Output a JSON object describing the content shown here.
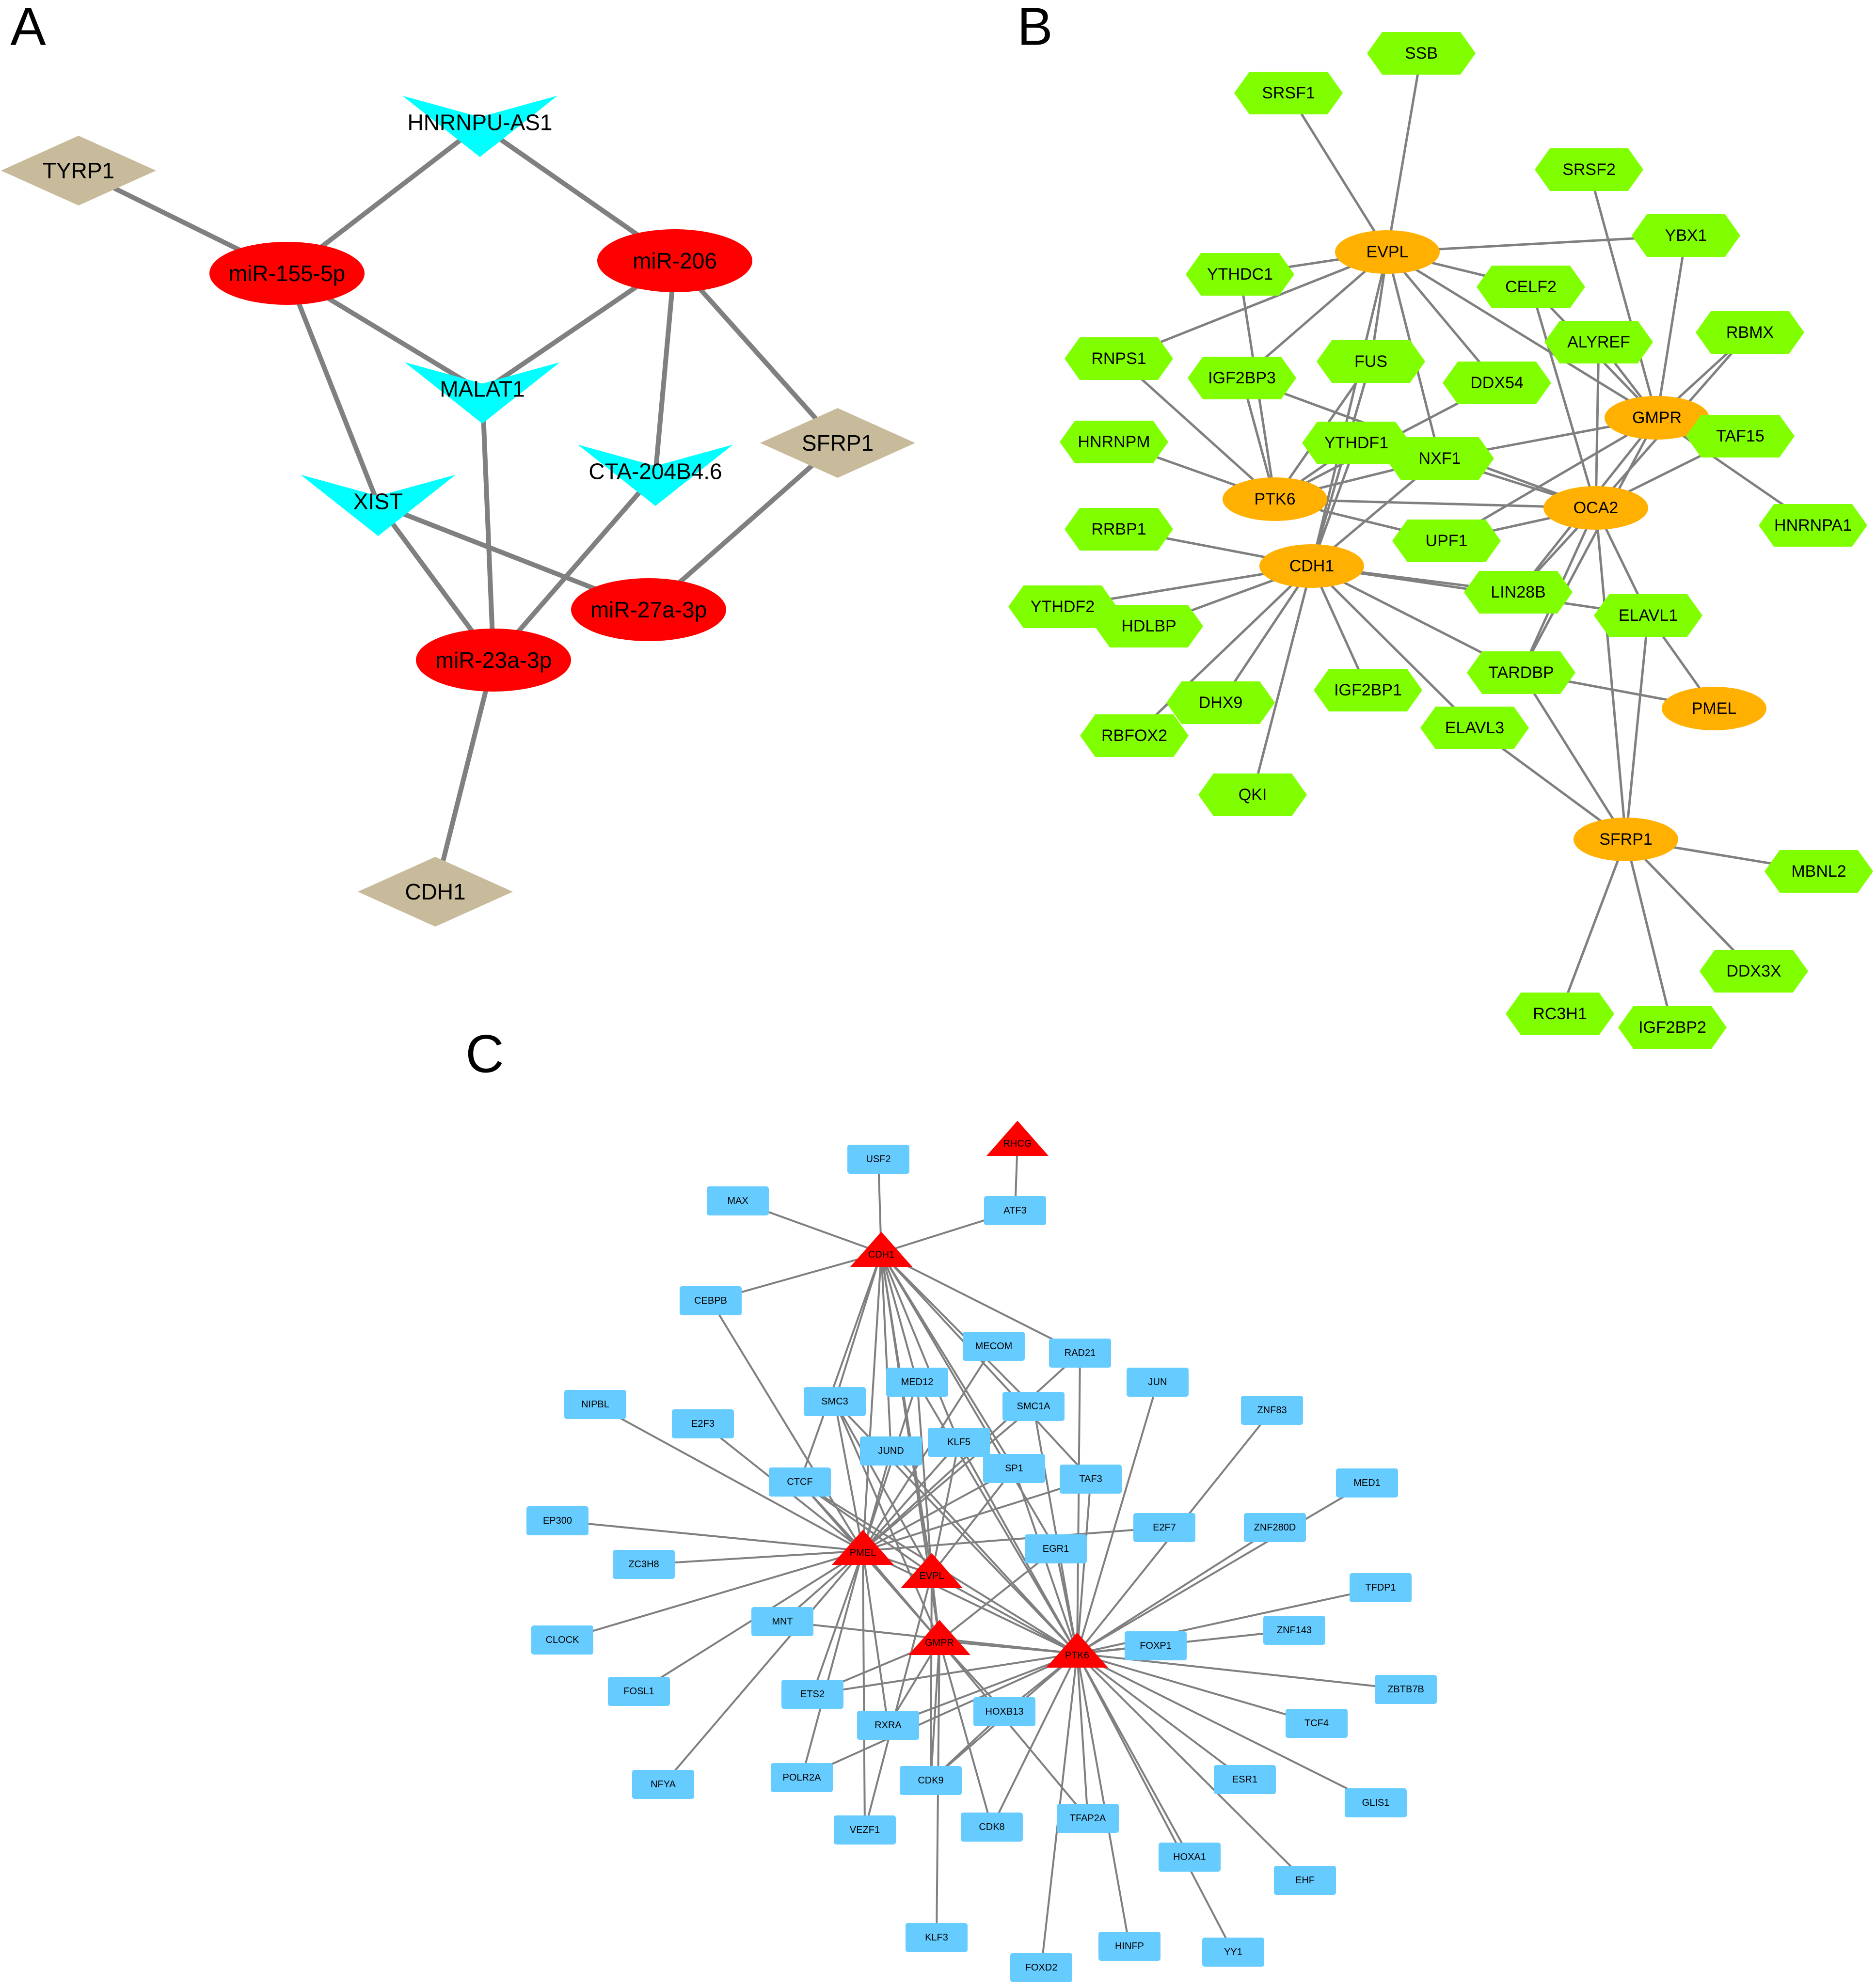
{
  "panels": [
    {
      "letter": "A",
      "node_types": {
        "mirna": {
          "fill": "#ff0000",
          "shape": "ellipse"
        },
        "lncrna": {
          "fill": "#00ffff",
          "shape": "v"
        },
        "gene": {
          "fill": "#c8bb9b",
          "shape": "diamond"
        }
      },
      "nodes": [
        {
          "id": "HNRNPU-AS1",
          "type": "lncrna"
        },
        {
          "id": "TYRP1",
          "type": "gene"
        },
        {
          "id": "miR-155-5p",
          "type": "mirna"
        },
        {
          "id": "miR-206",
          "type": "mirna"
        },
        {
          "id": "MALAT1",
          "type": "lncrna"
        },
        {
          "id": "CTA-204B4.6",
          "type": "lncrna"
        },
        {
          "id": "SFRP1",
          "type": "gene"
        },
        {
          "id": "XIST",
          "type": "lncrna"
        },
        {
          "id": "miR-27a-3p",
          "type": "mirna"
        },
        {
          "id": "miR-23a-3p",
          "type": "mirna"
        },
        {
          "id": "CDH1",
          "type": "gene"
        }
      ],
      "edges": [
        [
          "HNRNPU-AS1",
          "miR-155-5p"
        ],
        [
          "HNRNPU-AS1",
          "miR-206"
        ],
        [
          "TYRP1",
          "miR-155-5p"
        ],
        [
          "miR-155-5p",
          "MALAT1"
        ],
        [
          "miR-155-5p",
          "XIST"
        ],
        [
          "miR-206",
          "MALAT1"
        ],
        [
          "miR-206",
          "CTA-204B4.6"
        ],
        [
          "miR-206",
          "SFRP1"
        ],
        [
          "MALAT1",
          "miR-23a-3p"
        ],
        [
          "CTA-204B4.6",
          "miR-23a-3p"
        ],
        [
          "XIST",
          "miR-23a-3p"
        ],
        [
          "XIST",
          "miR-27a-3p"
        ],
        [
          "SFRP1",
          "miR-27a-3p"
        ],
        [
          "miR-23a-3p",
          "CDH1"
        ]
      ],
      "edge_color": "#808080"
    },
    {
      "letter": "B",
      "node_types": {
        "hub": {
          "fill": "#ffb000",
          "shape": "ellipse"
        },
        "rbp": {
          "fill": "#80ff00",
          "shape": "hexagon"
        }
      },
      "nodes": [
        {
          "id": "SSB",
          "type": "rbp"
        },
        {
          "id": "SRSF1",
          "type": "rbp"
        },
        {
          "id": "SRSF2",
          "type": "rbp"
        },
        {
          "id": "EVPL",
          "type": "hub"
        },
        {
          "id": "YBX1",
          "type": "rbp"
        },
        {
          "id": "YTHDC1",
          "type": "rbp"
        },
        {
          "id": "CELF2",
          "type": "rbp"
        },
        {
          "id": "RBMX",
          "type": "rbp"
        },
        {
          "id": "ALYREF",
          "type": "rbp"
        },
        {
          "id": "RNPS1",
          "type": "rbp"
        },
        {
          "id": "FUS",
          "type": "rbp"
        },
        {
          "id": "IGF2BP3",
          "type": "rbp"
        },
        {
          "id": "DDX54",
          "type": "rbp"
        },
        {
          "id": "GMPR",
          "type": "hub"
        },
        {
          "id": "TAF15",
          "type": "rbp"
        },
        {
          "id": "HNRNPM",
          "type": "rbp"
        },
        {
          "id": "YTHDF1",
          "type": "rbp"
        },
        {
          "id": "NXF1",
          "type": "rbp"
        },
        {
          "id": "PTK6",
          "type": "hub"
        },
        {
          "id": "OCA2",
          "type": "hub"
        },
        {
          "id": "HNRNPA1",
          "type": "rbp"
        },
        {
          "id": "RRBP1",
          "type": "rbp"
        },
        {
          "id": "UPF1",
          "type": "rbp"
        },
        {
          "id": "CDH1",
          "type": "hub"
        },
        {
          "id": "LIN28B",
          "type": "rbp"
        },
        {
          "id": "YTHDF2",
          "type": "rbp"
        },
        {
          "id": "ELAVL1",
          "type": "rbp"
        },
        {
          "id": "HDLBP",
          "type": "rbp"
        },
        {
          "id": "TARDBP",
          "type": "rbp"
        },
        {
          "id": "PMEL",
          "type": "hub"
        },
        {
          "id": "DHX9",
          "type": "rbp"
        },
        {
          "id": "IGF2BP1",
          "type": "rbp"
        },
        {
          "id": "RBFOX2",
          "type": "rbp"
        },
        {
          "id": "ELAVL3",
          "type": "rbp"
        },
        {
          "id": "QKI",
          "type": "rbp"
        },
        {
          "id": "SFRP1",
          "type": "hub"
        },
        {
          "id": "MBNL2",
          "type": "rbp"
        },
        {
          "id": "DDX3X",
          "type": "rbp"
        },
        {
          "id": "RC3H1",
          "type": "rbp"
        },
        {
          "id": "IGF2BP2",
          "type": "rbp"
        }
      ],
      "edges": [
        [
          "EVPL",
          "SSB"
        ],
        [
          "EVPL",
          "SRSF1"
        ],
        [
          "EVPL",
          "YBX1"
        ],
        [
          "EVPL",
          "YTHDC1"
        ],
        [
          "EVPL",
          "CELF2"
        ],
        [
          "EVPL",
          "RNPS1"
        ],
        [
          "EVPL",
          "IGF2BP3"
        ],
        [
          "EVPL",
          "FUS"
        ],
        [
          "EVPL",
          "DDX54"
        ],
        [
          "EVPL",
          "NXF1"
        ],
        [
          "EVPL",
          "GMPR"
        ],
        [
          "EVPL",
          "CDH1"
        ],
        [
          "SRSF2",
          "GMPR"
        ],
        [
          "YBX1",
          "GMPR"
        ],
        [
          "RBMX",
          "GMPR"
        ],
        [
          "RBMX",
          "OCA2"
        ],
        [
          "ALYREF",
          "GMPR"
        ],
        [
          "ALYREF",
          "OCA2"
        ],
        [
          "CELF2",
          "GMPR"
        ],
        [
          "CELF2",
          "OCA2"
        ],
        [
          "TAF15",
          "GMPR"
        ],
        [
          "HNRNPA1",
          "GMPR"
        ],
        [
          "TAF15",
          "OCA2"
        ],
        [
          "GMPR",
          "NXF1"
        ],
        [
          "GMPR",
          "UPF1"
        ],
        [
          "GMPR",
          "LIN28B"
        ],
        [
          "GMPR",
          "TARDBP"
        ],
        [
          "YTHDC1",
          "PTK6"
        ],
        [
          "RNPS1",
          "PTK6"
        ],
        [
          "IGF2BP3",
          "PTK6"
        ],
        [
          "HNRNPM",
          "PTK6"
        ],
        [
          "FUS",
          "PTK6"
        ],
        [
          "YTHDF1",
          "PTK6"
        ],
        [
          "NXF1",
          "PTK6"
        ],
        [
          "PTK6",
          "UPF1"
        ],
        [
          "PTK6",
          "OCA2"
        ],
        [
          "DDX54",
          "PTK6"
        ],
        [
          "IGF2BP3",
          "OCA2"
        ],
        [
          "NXF1",
          "OCA2"
        ],
        [
          "UPF1",
          "OCA2"
        ],
        [
          "OCA2",
          "LIN28B"
        ],
        [
          "OCA2",
          "ELAVL1"
        ],
        [
          "OCA2",
          "TARDBP"
        ],
        [
          "OCA2",
          "SFRP1"
        ],
        [
          "CDH1",
          "RRBP1"
        ],
        [
          "CDH1",
          "YTHDF2"
        ],
        [
          "CDH1",
          "HDLBP"
        ],
        [
          "CDH1",
          "DHX9"
        ],
        [
          "CDH1",
          "RBFOX2"
        ],
        [
          "CDH1",
          "IGF2BP1"
        ],
        [
          "CDH1",
          "QKI"
        ],
        [
          "CDH1",
          "ELAVL3"
        ],
        [
          "CDH1",
          "TARDBP"
        ],
        [
          "CDH1",
          "LIN28B"
        ],
        [
          "CDH1",
          "ELAVL1"
        ],
        [
          "CDH1",
          "FUS"
        ],
        [
          "CDH1",
          "NXF1"
        ],
        [
          "CDH1",
          "YTHDF1"
        ],
        [
          "ELAVL1",
          "PMEL"
        ],
        [
          "ELAVL1",
          "SFRP1"
        ],
        [
          "TARDBP",
          "PMEL"
        ],
        [
          "TARDBP",
          "SFRP1"
        ],
        [
          "ELAVL3",
          "SFRP1"
        ],
        [
          "SFRP1",
          "MBNL2"
        ],
        [
          "SFRP1",
          "DDX3X"
        ],
        [
          "SFRP1",
          "RC3H1"
        ],
        [
          "SFRP1",
          "IGF2BP2"
        ]
      ],
      "edge_color": "#808080"
    },
    {
      "letter": "C",
      "node_types": {
        "target": {
          "fill": "#ff0000",
          "shape": "triangle"
        },
        "tf": {
          "fill": "#66ccff",
          "shape": "rect"
        }
      },
      "nodes": [
        {
          "id": "RHCG",
          "type": "target"
        },
        {
          "id": "USF2",
          "type": "tf"
        },
        {
          "id": "MAX",
          "type": "tf"
        },
        {
          "id": "ATF3",
          "type": "tf"
        },
        {
          "id": "CDH1",
          "type": "target"
        },
        {
          "id": "CEBPB",
          "type": "tf"
        },
        {
          "id": "MECOM",
          "type": "tf"
        },
        {
          "id": "RAD21",
          "type": "tf"
        },
        {
          "id": "MED12",
          "type": "tf"
        },
        {
          "id": "JUN",
          "type": "tf"
        },
        {
          "id": "NIPBL",
          "type": "tf"
        },
        {
          "id": "SMC3",
          "type": "tf"
        },
        {
          "id": "SMC1A",
          "type": "tf"
        },
        {
          "id": "ZNF83",
          "type": "tf"
        },
        {
          "id": "E2F3",
          "type": "tf"
        },
        {
          "id": "KLF5",
          "type": "tf"
        },
        {
          "id": "JUND",
          "type": "tf"
        },
        {
          "id": "SP1",
          "type": "tf"
        },
        {
          "id": "MED1",
          "type": "tf"
        },
        {
          "id": "CTCF",
          "type": "tf"
        },
        {
          "id": "TAF3",
          "type": "tf"
        },
        {
          "id": "EP300",
          "type": "tf"
        },
        {
          "id": "E2F7",
          "type": "tf"
        },
        {
          "id": "ZNF280D",
          "type": "tf"
        },
        {
          "id": "ZC3H8",
          "type": "tf"
        },
        {
          "id": "PMEL",
          "type": "target"
        },
        {
          "id": "EGR1",
          "type": "tf"
        },
        {
          "id": "EVPL",
          "type": "target"
        },
        {
          "id": "TFDP1",
          "type": "tf"
        },
        {
          "id": "MNT",
          "type": "tf"
        },
        {
          "id": "ZNF143",
          "type": "tf"
        },
        {
          "id": "CLOCK",
          "type": "tf"
        },
        {
          "id": "GMPR",
          "type": "target"
        },
        {
          "id": "FOXP1",
          "type": "tf"
        },
        {
          "id": "PTK6",
          "type": "target"
        },
        {
          "id": "ZBTB7B",
          "type": "tf"
        },
        {
          "id": "FOSL1",
          "type": "tf"
        },
        {
          "id": "ETS2",
          "type": "tf"
        },
        {
          "id": "TCF4",
          "type": "tf"
        },
        {
          "id": "RXRA",
          "type": "tf"
        },
        {
          "id": "HOXB13",
          "type": "tf"
        },
        {
          "id": "NFYA",
          "type": "tf"
        },
        {
          "id": "POLR2A",
          "type": "tf"
        },
        {
          "id": "CDK9",
          "type": "tf"
        },
        {
          "id": "ESR1",
          "type": "tf"
        },
        {
          "id": "GLIS1",
          "type": "tf"
        },
        {
          "id": "VEZF1",
          "type": "tf"
        },
        {
          "id": "CDK8",
          "type": "tf"
        },
        {
          "id": "TFAP2A",
          "type": "tf"
        },
        {
          "id": "HOXA1",
          "type": "tf"
        },
        {
          "id": "EHF",
          "type": "tf"
        },
        {
          "id": "KLF3",
          "type": "tf"
        },
        {
          "id": "HINFP",
          "type": "tf"
        },
        {
          "id": "YY1",
          "type": "tf"
        },
        {
          "id": "FOXD2",
          "type": "tf"
        }
      ],
      "edges": [
        [
          "RHCG",
          "ATF3"
        ],
        [
          "CDH1",
          "USF2"
        ],
        [
          "CDH1",
          "MAX"
        ],
        [
          "CDH1",
          "ATF3"
        ],
        [
          "CDH1",
          "CEBPB"
        ],
        [
          "CDH1",
          "RAD21"
        ],
        [
          "CDH1",
          "SMC3"
        ],
        [
          "CDH1",
          "MED12"
        ],
        [
          "CDH1",
          "KLF5"
        ],
        [
          "CDH1",
          "JUND"
        ],
        [
          "CDH1",
          "SP1"
        ],
        [
          "CDH1",
          "SMC1A"
        ],
        [
          "CDH1",
          "CTCF"
        ],
        [
          "CDH1",
          "EGR1"
        ],
        [
          "CDH1",
          "TAF3"
        ],
        [
          "CDH1",
          "PMEL"
        ],
        [
          "CDH1",
          "EVPL"
        ],
        [
          "CDH1",
          "GMPR"
        ],
        [
          "CEBPB",
          "PMEL"
        ],
        [
          "NIPBL",
          "PMEL"
        ],
        [
          "E2F3",
          "PMEL"
        ],
        [
          "SMC3",
          "PMEL"
        ],
        [
          "SMC3",
          "EVPL"
        ],
        [
          "SMC3",
          "GMPR"
        ],
        [
          "SMC3",
          "PTK6"
        ],
        [
          "MECOM",
          "PMEL"
        ],
        [
          "MED12",
          "PMEL"
        ],
        [
          "MED12",
          "EVPL"
        ],
        [
          "MED12",
          "PTK6"
        ],
        [
          "RAD21",
          "PMEL"
        ],
        [
          "RAD21",
          "PTK6"
        ],
        [
          "JUN",
          "PTK6"
        ],
        [
          "SMC1A",
          "PMEL"
        ],
        [
          "SMC1A",
          "PTK6"
        ],
        [
          "JUND",
          "PMEL"
        ],
        [
          "JUND",
          "PTK6"
        ],
        [
          "KLF5",
          "PMEL"
        ],
        [
          "KLF5",
          "EVPL"
        ],
        [
          "KLF5",
          "PTK6"
        ],
        [
          "SP1",
          "PMEL"
        ],
        [
          "SP1",
          "EVPL"
        ],
        [
          "SP1",
          "PTK6"
        ],
        [
          "CTCF",
          "PMEL"
        ],
        [
          "CTCF",
          "EVPL"
        ],
        [
          "CTCF",
          "GMPR"
        ],
        [
          "CTCF",
          "PTK6"
        ],
        [
          "TAF3",
          "PMEL"
        ],
        [
          "TAF3",
          "PTK6"
        ],
        [
          "EP300",
          "PMEL"
        ],
        [
          "ZC3H8",
          "PMEL"
        ],
        [
          "CLOCK",
          "PMEL"
        ],
        [
          "FOSL1",
          "PMEL"
        ],
        [
          "NFYA",
          "PMEL"
        ],
        [
          "MNT",
          "PMEL"
        ],
        [
          "MNT",
          "PTK6"
        ],
        [
          "EGR1",
          "GMPR"
        ],
        [
          "EGR1",
          "PTK6"
        ],
        [
          "E2F7",
          "PMEL"
        ],
        [
          "ZNF83",
          "PTK6"
        ],
        [
          "MED1",
          "PTK6"
        ],
        [
          "ZNF280D",
          "PTK6"
        ],
        [
          "TFDP1",
          "PTK6"
        ],
        [
          "ZNF143",
          "PTK6"
        ],
        [
          "FOXP1",
          "PTK6"
        ],
        [
          "ZBTB7B",
          "PTK6"
        ],
        [
          "TCF4",
          "PTK6"
        ],
        [
          "GLIS1",
          "PTK6"
        ],
        [
          "ESR1",
          "PTK6"
        ],
        [
          "EHF",
          "PTK6"
        ],
        [
          "HOXA1",
          "PTK6"
        ],
        [
          "YY1",
          "PTK6"
        ],
        [
          "HINFP",
          "PTK6"
        ],
        [
          "FOXD2",
          "PTK6"
        ],
        [
          "TFAP2A",
          "PTK6"
        ],
        [
          "TFAP2A",
          "GMPR"
        ],
        [
          "CDK8",
          "PTK6"
        ],
        [
          "CDK8",
          "GMPR"
        ],
        [
          "KLF3",
          "GMPR"
        ],
        [
          "HOXB13",
          "PTK6"
        ],
        [
          "HOXB13",
          "GMPR"
        ],
        [
          "HOXB13",
          "CDK9"
        ],
        [
          "CDK9",
          "PTK6"
        ],
        [
          "CDK9",
          "GMPR"
        ],
        [
          "CDK9",
          "EVPL"
        ],
        [
          "RXRA",
          "PTK6"
        ],
        [
          "RXRA",
          "GMPR"
        ],
        [
          "RXRA",
          "PMEL"
        ],
        [
          "ETS2",
          "PMEL"
        ],
        [
          "ETS2",
          "GMPR"
        ],
        [
          "ETS2",
          "PTK6"
        ],
        [
          "POLR2A",
          "PTK6"
        ],
        [
          "POLR2A",
          "PMEL"
        ],
        [
          "VEZF1",
          "PMEL"
        ],
        [
          "VEZF1",
          "EVPL"
        ],
        [
          "EVPL",
          "PMEL"
        ],
        [
          "EVPL",
          "GMPR"
        ],
        [
          "EVPL",
          "PTK6"
        ],
        [
          "GMPR",
          "PMEL"
        ],
        [
          "GMPR",
          "PTK6"
        ],
        [
          "PMEL",
          "PTK6"
        ]
      ],
      "edge_color": "#808080"
    }
  ]
}
